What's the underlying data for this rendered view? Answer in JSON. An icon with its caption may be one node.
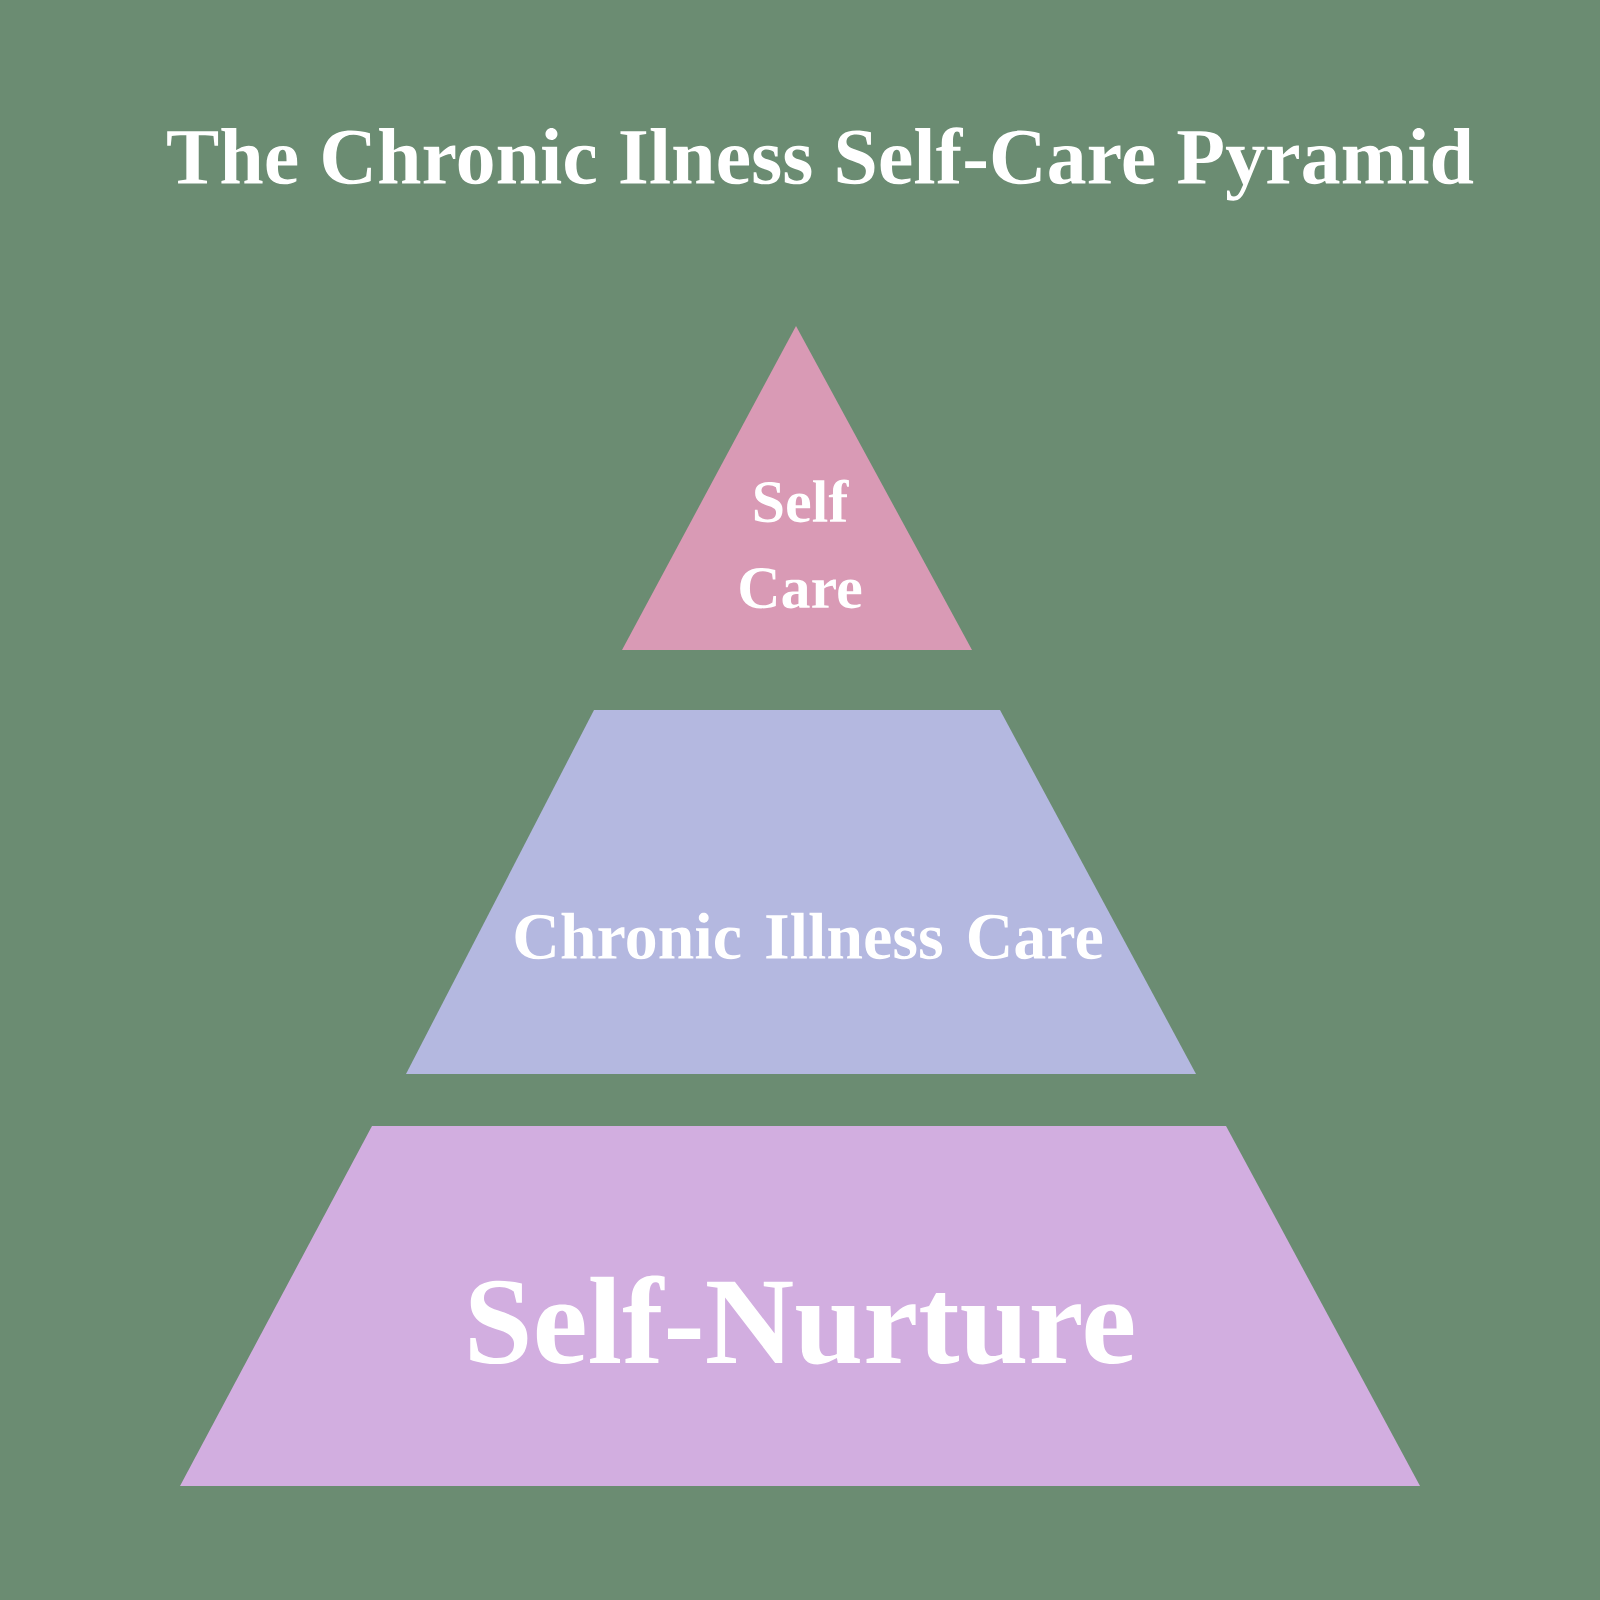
{
  "diagram": {
    "title": "The Chronic Ilness Self-Care Pyramid",
    "nodes": [
      {
        "text": [
          "Self Care"
        ]
      },
      {
        "text": [
          "Chronic Illness Care"
        ]
      },
      {
        "text": [
          "Self-Nurture"
        ]
      }
    ]
  }
}
